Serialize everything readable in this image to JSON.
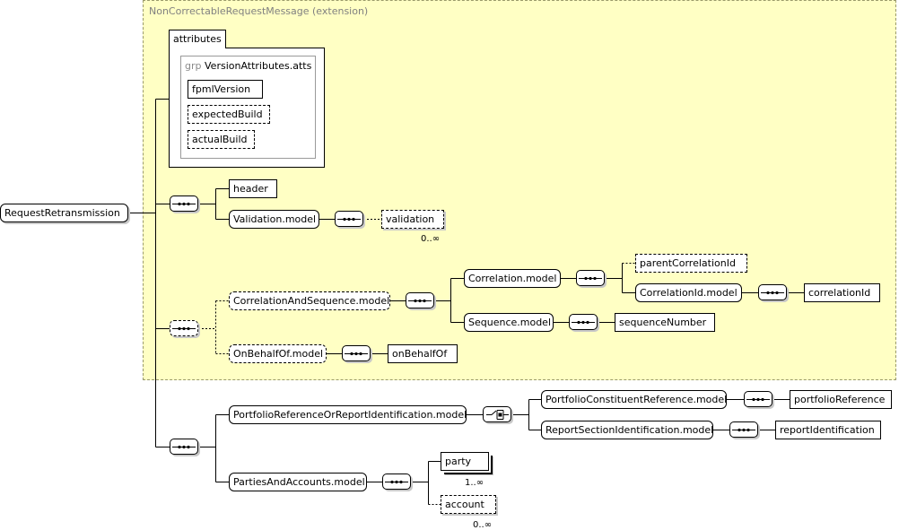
{
  "extension_label": "NonCorrectableRequestMessage (extension)",
  "attributes": {
    "tab_label": "attributes",
    "group_keyword": "grp",
    "group_name": "VersionAttributes.atts",
    "items": [
      "fpmlVersion",
      "expectedBuild",
      "actualBuild"
    ]
  },
  "root": "RequestRetransmission",
  "elements": {
    "header": "header",
    "validation_model": "Validation.model",
    "validation": "validation",
    "validation_occ": "0..∞",
    "correlation_and_sequence_model": "CorrelationAndSequence.model",
    "correlation_model": "Correlation.model",
    "parent_correlation_id": "parentCorrelationId",
    "correlation_id_model": "CorrelationId.model",
    "correlation_id": "correlationId",
    "sequence_model": "Sequence.model",
    "sequence_number": "sequenceNumber",
    "on_behalf_of_model": "OnBehalfOf.model",
    "on_behalf_of": "onBehalfOf",
    "portfolio_ref_or_report_id_model": "PortfolioReferenceOrReportIdentification.model",
    "portfolio_constituent_reference_model": "PortfolioConstituentReference.model",
    "portfolio_reference": "portfolioReference",
    "report_section_identification_model": "ReportSectionIdentification.model",
    "report_identification": "reportIdentification",
    "parties_and_accounts_model": "PartiesAndAccounts.model",
    "party": "party",
    "party_occ": "1..∞",
    "account": "account",
    "account_occ": "0..∞"
  },
  "colors": {
    "extension_background": "#ffffc4",
    "line": "#000000",
    "shadow": "#c8c8c8"
  }
}
